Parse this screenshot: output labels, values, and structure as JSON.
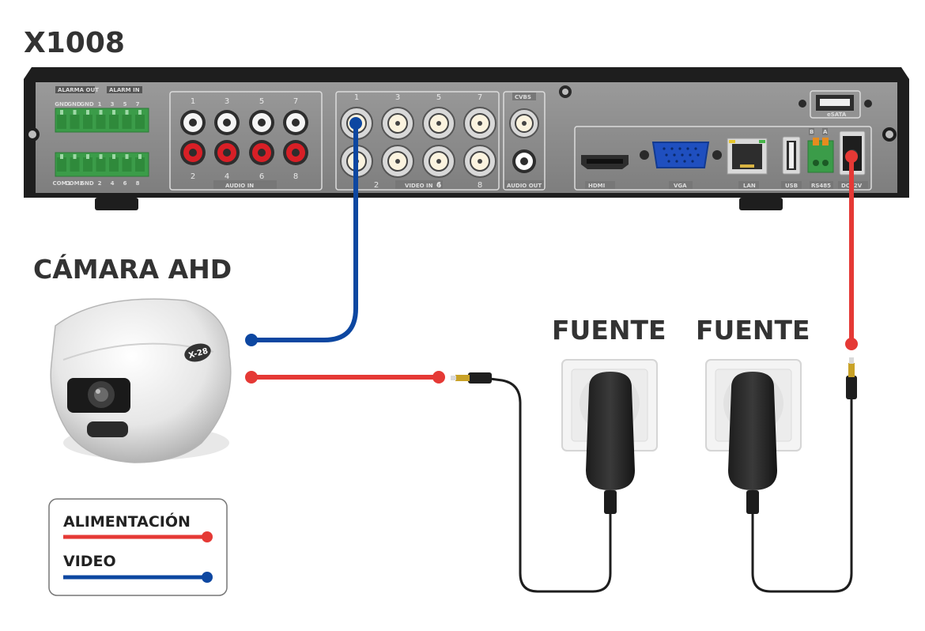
{
  "device": {
    "model": "X1008",
    "panel_labels": {
      "alarm_out": "ALARMA OUT",
      "alarm_in": "ALARM IN",
      "alarm_top_pins": [
        "GND",
        "GND",
        "GND",
        "1",
        "3",
        "5",
        "7"
      ],
      "alarm_bottom_pins": [
        "COM1",
        "COM2",
        "GND",
        "2",
        "4",
        "6",
        "8"
      ],
      "audio_in": "AUDIO IN",
      "audio_in_top": [
        "1",
        "3",
        "5",
        "7"
      ],
      "audio_in_bottom": [
        "2",
        "4",
        "6",
        "8"
      ],
      "video_in": "VIDEO IN",
      "video_in_top": [
        "1",
        "3",
        "5",
        "7"
      ],
      "video_in_bottom": [
        "2",
        "4",
        "6",
        "8"
      ],
      "cvbs": "CVBS",
      "audio_out": "AUDIO OUT",
      "hdmi": "HDMI",
      "vga": "VGA",
      "lan": "LAN",
      "usb": "USB",
      "rs485": "RS485",
      "rs485_pins": [
        "B",
        "A"
      ],
      "dc": "DC12V",
      "esata": "eSATA"
    }
  },
  "camera": {
    "title": "CÁMARA AHD",
    "brand_logo": "X-28"
  },
  "power_sources": [
    {
      "label": "FUENTE"
    },
    {
      "label": "FUENTE"
    }
  ],
  "legend": {
    "items": [
      {
        "label": "ALIMENTACIÓN",
        "color": "#e53935"
      },
      {
        "label": "VIDEO",
        "color": "#0d47a1"
      }
    ]
  },
  "colors": {
    "power_wire": "#e53935",
    "video_wire": "#0d47a1",
    "panel": "#8d8d8d",
    "chassis": "#222222"
  }
}
